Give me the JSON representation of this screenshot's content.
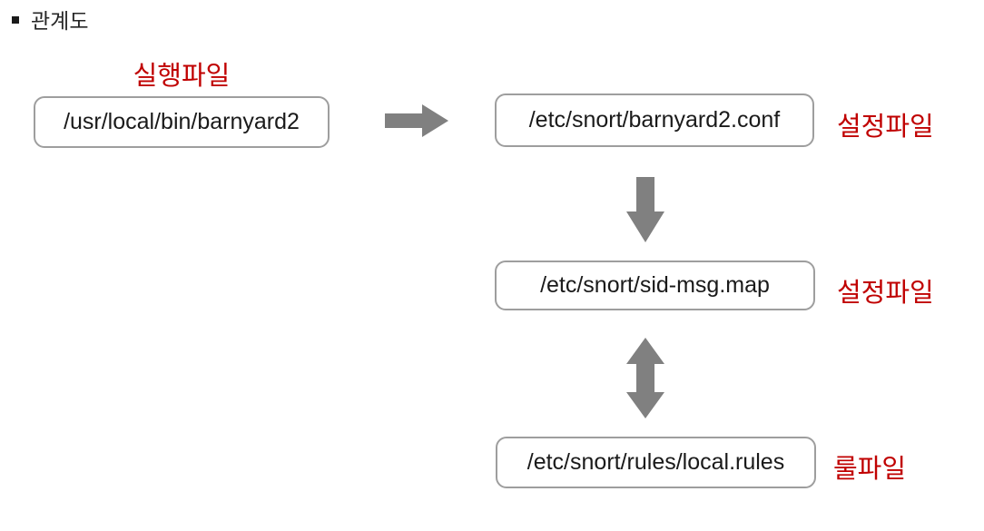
{
  "page": {
    "title": "관계도"
  },
  "diagram": {
    "exec_label": "실행파일",
    "nodes": [
      {
        "id": "barnyard2-binary",
        "path": "/usr/local/bin/barnyard2",
        "side_label": ""
      },
      {
        "id": "barnyard2-conf",
        "path": "/etc/snort/barnyard2.conf",
        "side_label": "설정파일"
      },
      {
        "id": "sid-msg-map",
        "path": "/etc/snort/sid-msg.map",
        "side_label": "설정파일"
      },
      {
        "id": "local-rules",
        "path": "/etc/snort/rules/local.rules",
        "side_label": "룰파일"
      }
    ],
    "arrows": [
      {
        "name": "right-arrow",
        "from": "barnyard2-binary",
        "to": "barnyard2-conf",
        "direction": "right"
      },
      {
        "name": "down-arrow",
        "from": "barnyard2-conf",
        "to": "sid-msg-map",
        "direction": "down"
      },
      {
        "name": "double-vertical-arrow",
        "from": "sid-msg-map",
        "to": "local-rules",
        "direction": "up-down"
      }
    ]
  },
  "colors": {
    "label_red": "#C00000",
    "arrow_gray": "#808080",
    "box_border": "#9E9E9E",
    "box_text": "#1A1A1A",
    "title_text": "#262626",
    "canvas_bg": "#FFFFFF"
  }
}
